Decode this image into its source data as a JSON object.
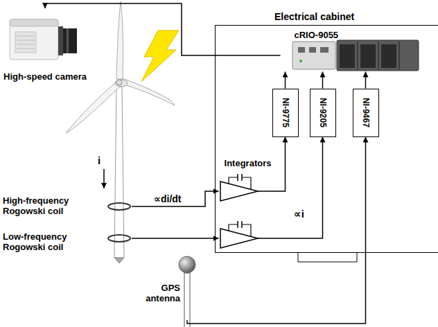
{
  "diagram": {
    "nodes": [
      {
        "text": [
          "High-speed camera"
        ]
      },
      {
        "text": [
          "Electrical cabinet"
        ]
      },
      {
        "text": [
          "cRIO-9055"
        ],
        "in": 1
      },
      {
        "text": [
          "NI-9775"
        ],
        "in": 1
      },
      {
        "text": [
          "NI-9205"
        ],
        "in": 1
      },
      {
        "text": [
          "NI-9467"
        ],
        "in": 1
      },
      {
        "text": [
          "Integrators"
        ],
        "in": 1
      },
      {
        "text": [
          "High-frequency Rogowski coil"
        ]
      },
      {
        "text": [
          "Low-frequency Rogowski coil"
        ]
      },
      {
        "text": [
          "GPS antenna"
        ]
      }
    ],
    "edges": [
      {
        "from": 2,
        "to": 0,
        "arrow": "to"
      },
      {
        "from": 3,
        "to": 2,
        "arrow": "to"
      },
      {
        "from": 4,
        "to": 2,
        "arrow": "to"
      },
      {
        "from": 5,
        "to": 2,
        "arrow": "to"
      },
      {
        "from": 6,
        "to": 3,
        "arrow": "to"
      },
      {
        "from": 6,
        "to": 4,
        "arrow": "to"
      },
      {
        "from": 7,
        "to": 6,
        "label": "∝di/dt",
        "arrow": "to"
      },
      {
        "from": 8,
        "to": 6,
        "arrow": "to"
      },
      {
        "from": 9,
        "to": 5,
        "arrow": "to"
      }
    ],
    "labels": [
      "i",
      "∝i"
    ]
  }
}
